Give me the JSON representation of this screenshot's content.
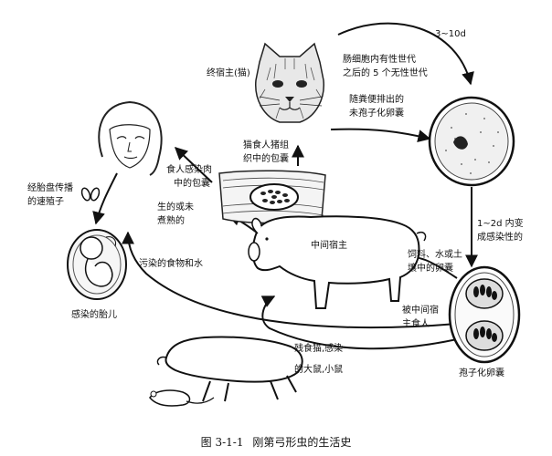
{
  "labels": {
    "days_3_10": "3~10d",
    "sexual_gen_1": "肠细胞内有性世代",
    "sexual_gen_2": "之后的 5 个无性世代",
    "definitive_host": "终宿主(猫)",
    "excreted_1": "随粪便排出的",
    "excreted_2": "未孢子化卵囊",
    "cat_eats_1": "猫食人猪组",
    "cat_eats_2": "织中的包囊",
    "human_infect_1": "食人感染肉",
    "human_infect_2": "中的包囊",
    "placenta_1": "经胎盘传播",
    "placenta_2": "的速殖子",
    "raw_1": "生的或未",
    "raw_2": "煮熟的",
    "contaminated": "污染的食物和水",
    "infected_fetus": "感染的胎儿",
    "intermediate_host": "中间宿主",
    "sporulate_1": "1~2d 内变",
    "sporulate_2": "成感染性的",
    "feed_1": "饲料、水或土",
    "feed_2": "壤中的卵囊",
    "eaten_by_host_1": "被中间宿",
    "eaten_by_host_2": "主食人",
    "rodents_1": "残食猫,感染",
    "rodents_2": "的大鼠,小鼠",
    "sporulated_oocyst": "孢子化卵囊"
  },
  "caption": {
    "figure_no": "图 3-1-1",
    "title": "刚第弓形虫的生活史"
  },
  "icons": [
    "cat-head",
    "woman-face",
    "pig",
    "dead-pig",
    "mouse",
    "oocyst",
    "sporulated-oocyst",
    "fetus",
    "tissue-cyst",
    "tachyzoite"
  ]
}
